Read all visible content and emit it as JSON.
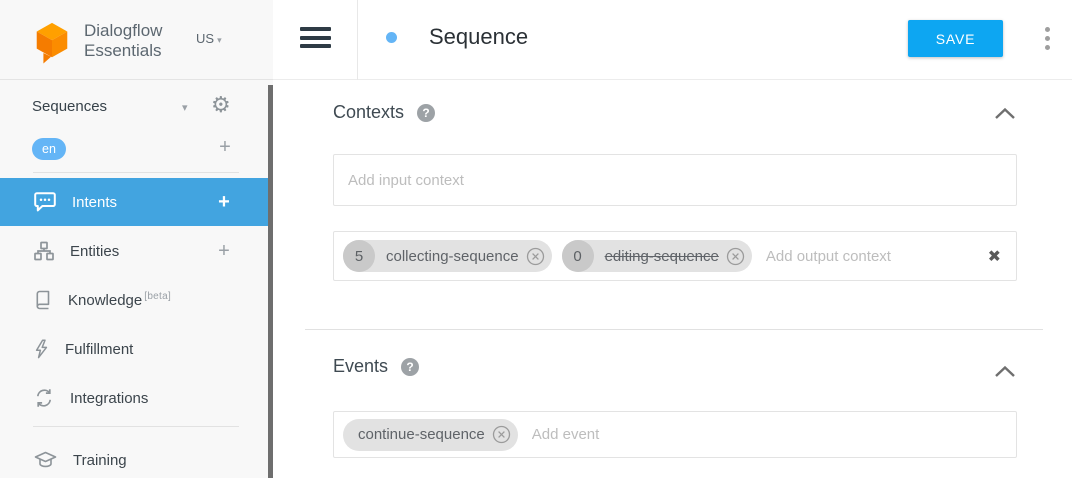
{
  "brand": {
    "line1": "Dialogflow",
    "line2": "Essentials",
    "region": "US"
  },
  "agent": {
    "name": "Sequences",
    "language": "en"
  },
  "menu": {
    "intents": {
      "label": "Intents"
    },
    "entities": {
      "label": "Entities"
    },
    "knowledge": {
      "label": "Knowledge",
      "beta": "[beta]"
    },
    "fulfillment": {
      "label": "Fulfillment"
    },
    "integrations": {
      "label": "Integrations"
    },
    "training": {
      "label": "Training"
    }
  },
  "header": {
    "title": "Sequence",
    "save": "SAVE"
  },
  "contexts": {
    "heading": "Contexts",
    "input_placeholder": "Add input context",
    "output_placeholder": "Add output context",
    "output_chips": [
      {
        "lifespan": "5",
        "name": "collecting-sequence",
        "strikethrough": false
      },
      {
        "lifespan": "0",
        "name": "editing-sequence",
        "strikethrough": true
      }
    ]
  },
  "events": {
    "heading": "Events",
    "placeholder": "Add event",
    "chips": [
      {
        "name": "continue-sequence"
      }
    ]
  },
  "icons": {
    "caret_down": "▾",
    "gear": "⚙",
    "add": "+",
    "help": "?",
    "clear": "✖"
  },
  "colors": {
    "save_button": "#0da6f2",
    "active_menu_item": "#42a4e0",
    "language_badge": "#64b5f6",
    "intent_dot": "#64b5f6",
    "logo_orange": "#F57C00"
  }
}
